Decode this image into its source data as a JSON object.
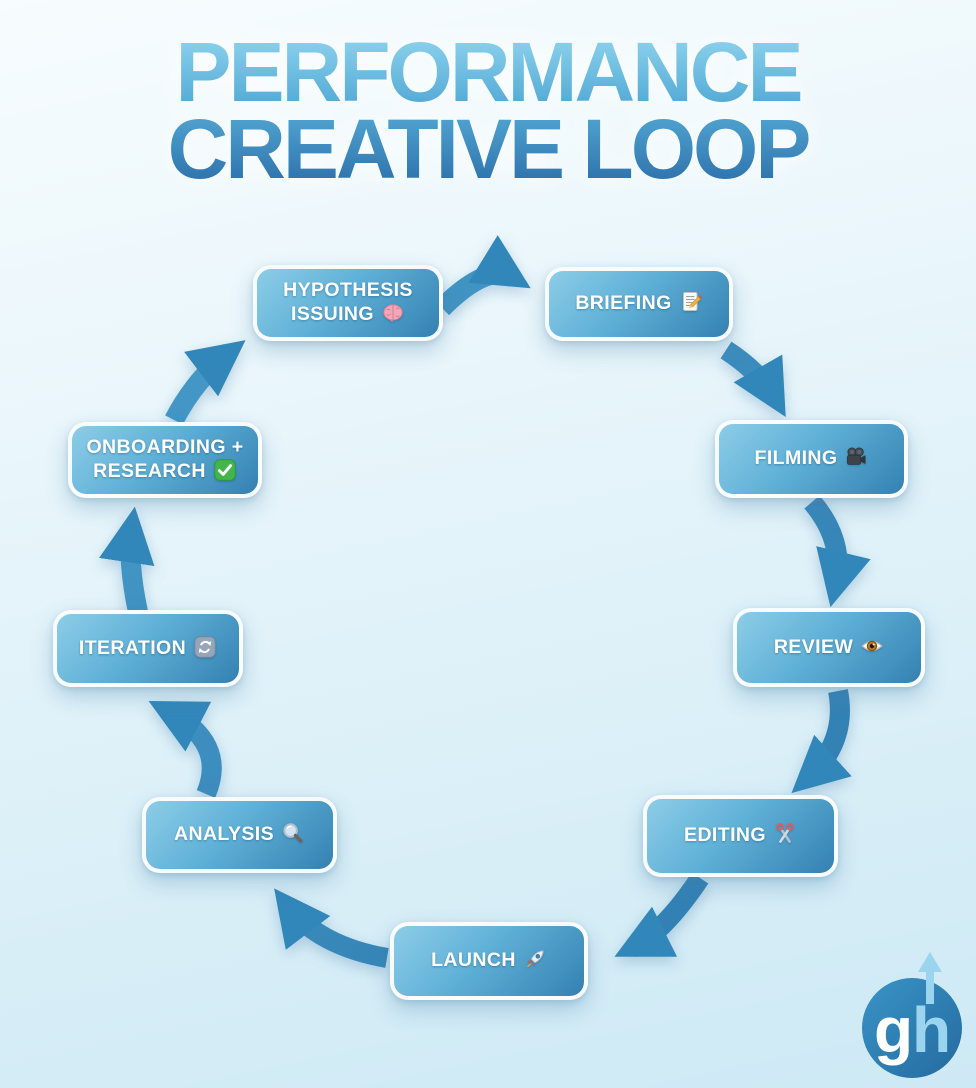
{
  "title": {
    "line1": "PERFORMANCE",
    "line2": "CREATIVE LOOP"
  },
  "diagram": {
    "type": "cycle",
    "direction": "clockwise",
    "steps": [
      {
        "label": "HYPOTHESIS ISSUING",
        "icon": "🧠",
        "icon_name": "brain-icon"
      },
      {
        "label": "BRIEFING",
        "icon": "📝",
        "icon_name": "memo-icon"
      },
      {
        "label": "FILMING",
        "icon": "🎥",
        "icon_name": "movie-camera-icon"
      },
      {
        "label": "REVIEW",
        "icon": "👁️",
        "icon_name": "eye-icon"
      },
      {
        "label": "EDITING",
        "icon": "✂️",
        "icon_name": "scissors-icon"
      },
      {
        "label": "LAUNCH",
        "icon": "🚀",
        "icon_name": "rocket-icon"
      },
      {
        "label": "ANALYSIS",
        "icon": "🔍",
        "icon_name": "magnifying-glass-icon"
      },
      {
        "label": "ITERATION",
        "icon": "🔄",
        "icon_name": "iteration-arrows-icon"
      },
      {
        "label": "ONBOARDING + RESEARCH",
        "icon": "✅",
        "icon_name": "check-mark-icon"
      }
    ],
    "connections": [
      {
        "from": "HYPOTHESIS ISSUING",
        "to": "BRIEFING"
      },
      {
        "from": "BRIEFING",
        "to": "FILMING"
      },
      {
        "from": "FILMING",
        "to": "REVIEW"
      },
      {
        "from": "REVIEW",
        "to": "EDITING"
      },
      {
        "from": "EDITING",
        "to": "LAUNCH"
      },
      {
        "from": "LAUNCH",
        "to": "ANALYSIS"
      },
      {
        "from": "ANALYSIS",
        "to": "ITERATION"
      },
      {
        "from": "ITERATION",
        "to": "ONBOARDING + RESEARCH"
      },
      {
        "from": "ONBOARDING + RESEARCH",
        "to": "HYPOTHESIS ISSUING"
      }
    ]
  },
  "logo": {
    "letter_g": "g",
    "letter_h": "h"
  },
  "colors": {
    "title_gradient_top": "#8ed3ee",
    "title_gradient_bottom": "#2b6ea9",
    "box_gradient_light": "#8dcde7",
    "box_gradient_dark": "#3481b2",
    "arrow_blue": "#3287ba",
    "background_top": "#f7fcfe",
    "background_bottom": "#cde9f5",
    "logo_circle": "#2e7db2",
    "logo_h_blue": "#9bd4ef"
  }
}
